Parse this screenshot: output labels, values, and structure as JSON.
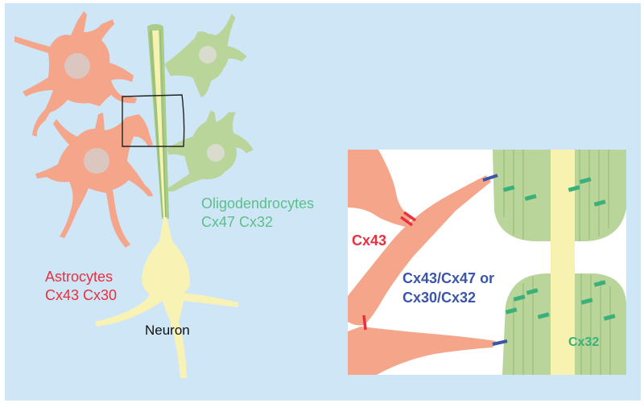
{
  "labels": {
    "oligodendrocytes": "Oligodendrocytes",
    "oligo_connexins": "Cx47 Cx32",
    "astrocytes": "Astrocytes",
    "astro_connexins": "Cx43 Cx30",
    "neuron": "Neuron",
    "inset_cx43": "Cx43",
    "inset_pair_line1": "Cx43/Cx47 or",
    "inset_pair_line2": "Cx30/Cx32",
    "inset_cx32": "Cx32"
  },
  "colors": {
    "background": "#cfe6f7",
    "astrocyte": "#f4a58a",
    "astrocyte_nucleus": "#dcc6c0",
    "oligodendrocyte": "#b9d59a",
    "myelin": "#a9cc88",
    "neuron": "#f8f3b4",
    "axon": "#f7f2b0",
    "cx43_red": "#e8303f",
    "pair_blue": "#3a56a6",
    "cx32_green": "#3bb07a",
    "oligo_text": "#5cbf8a",
    "astro_text": "#e8303f"
  }
}
